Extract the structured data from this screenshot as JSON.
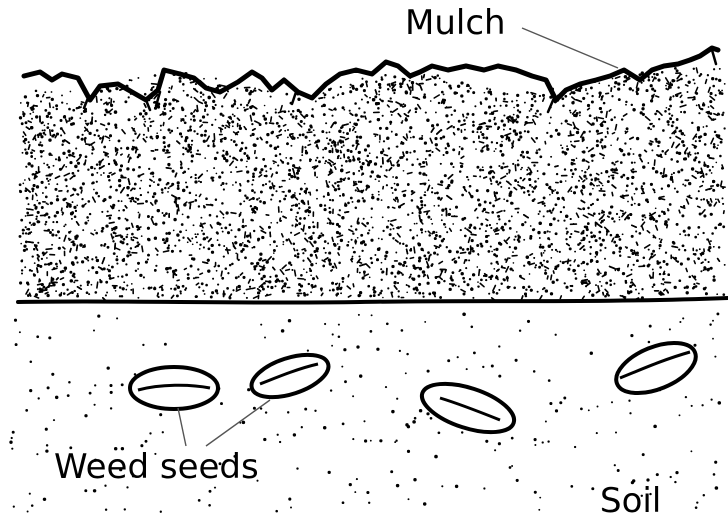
{
  "labels": {
    "mulch": "Mulch",
    "weed_seeds": "Weed seeds",
    "soil": "Soil"
  },
  "colors": {
    "ink": "#000000",
    "leader": "#555555",
    "background": "#ffffff"
  }
}
